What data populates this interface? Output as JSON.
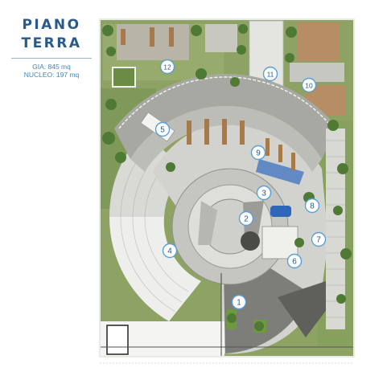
{
  "title": {
    "line1": "PIANO",
    "line2": "TERRA"
  },
  "stats": {
    "gia_label": "GIA:",
    "gia_value": "845 mq",
    "nucleo_label": "NUCLEO:",
    "nucleo_value": "197 mq"
  },
  "markers": [
    "1",
    "2",
    "3",
    "4",
    "5",
    "6",
    "7",
    "8",
    "9",
    "10",
    "11",
    "12"
  ],
  "colors": {
    "title": "#2a5a8c",
    "stats": "#3f86c4",
    "marker_ring": "#5aa0d6",
    "lawn": "#7f9a58",
    "tree": "#4f7a34",
    "paving": "#a7a7a2",
    "interior": "#d3d3d0",
    "water": "#2f67b8"
  }
}
